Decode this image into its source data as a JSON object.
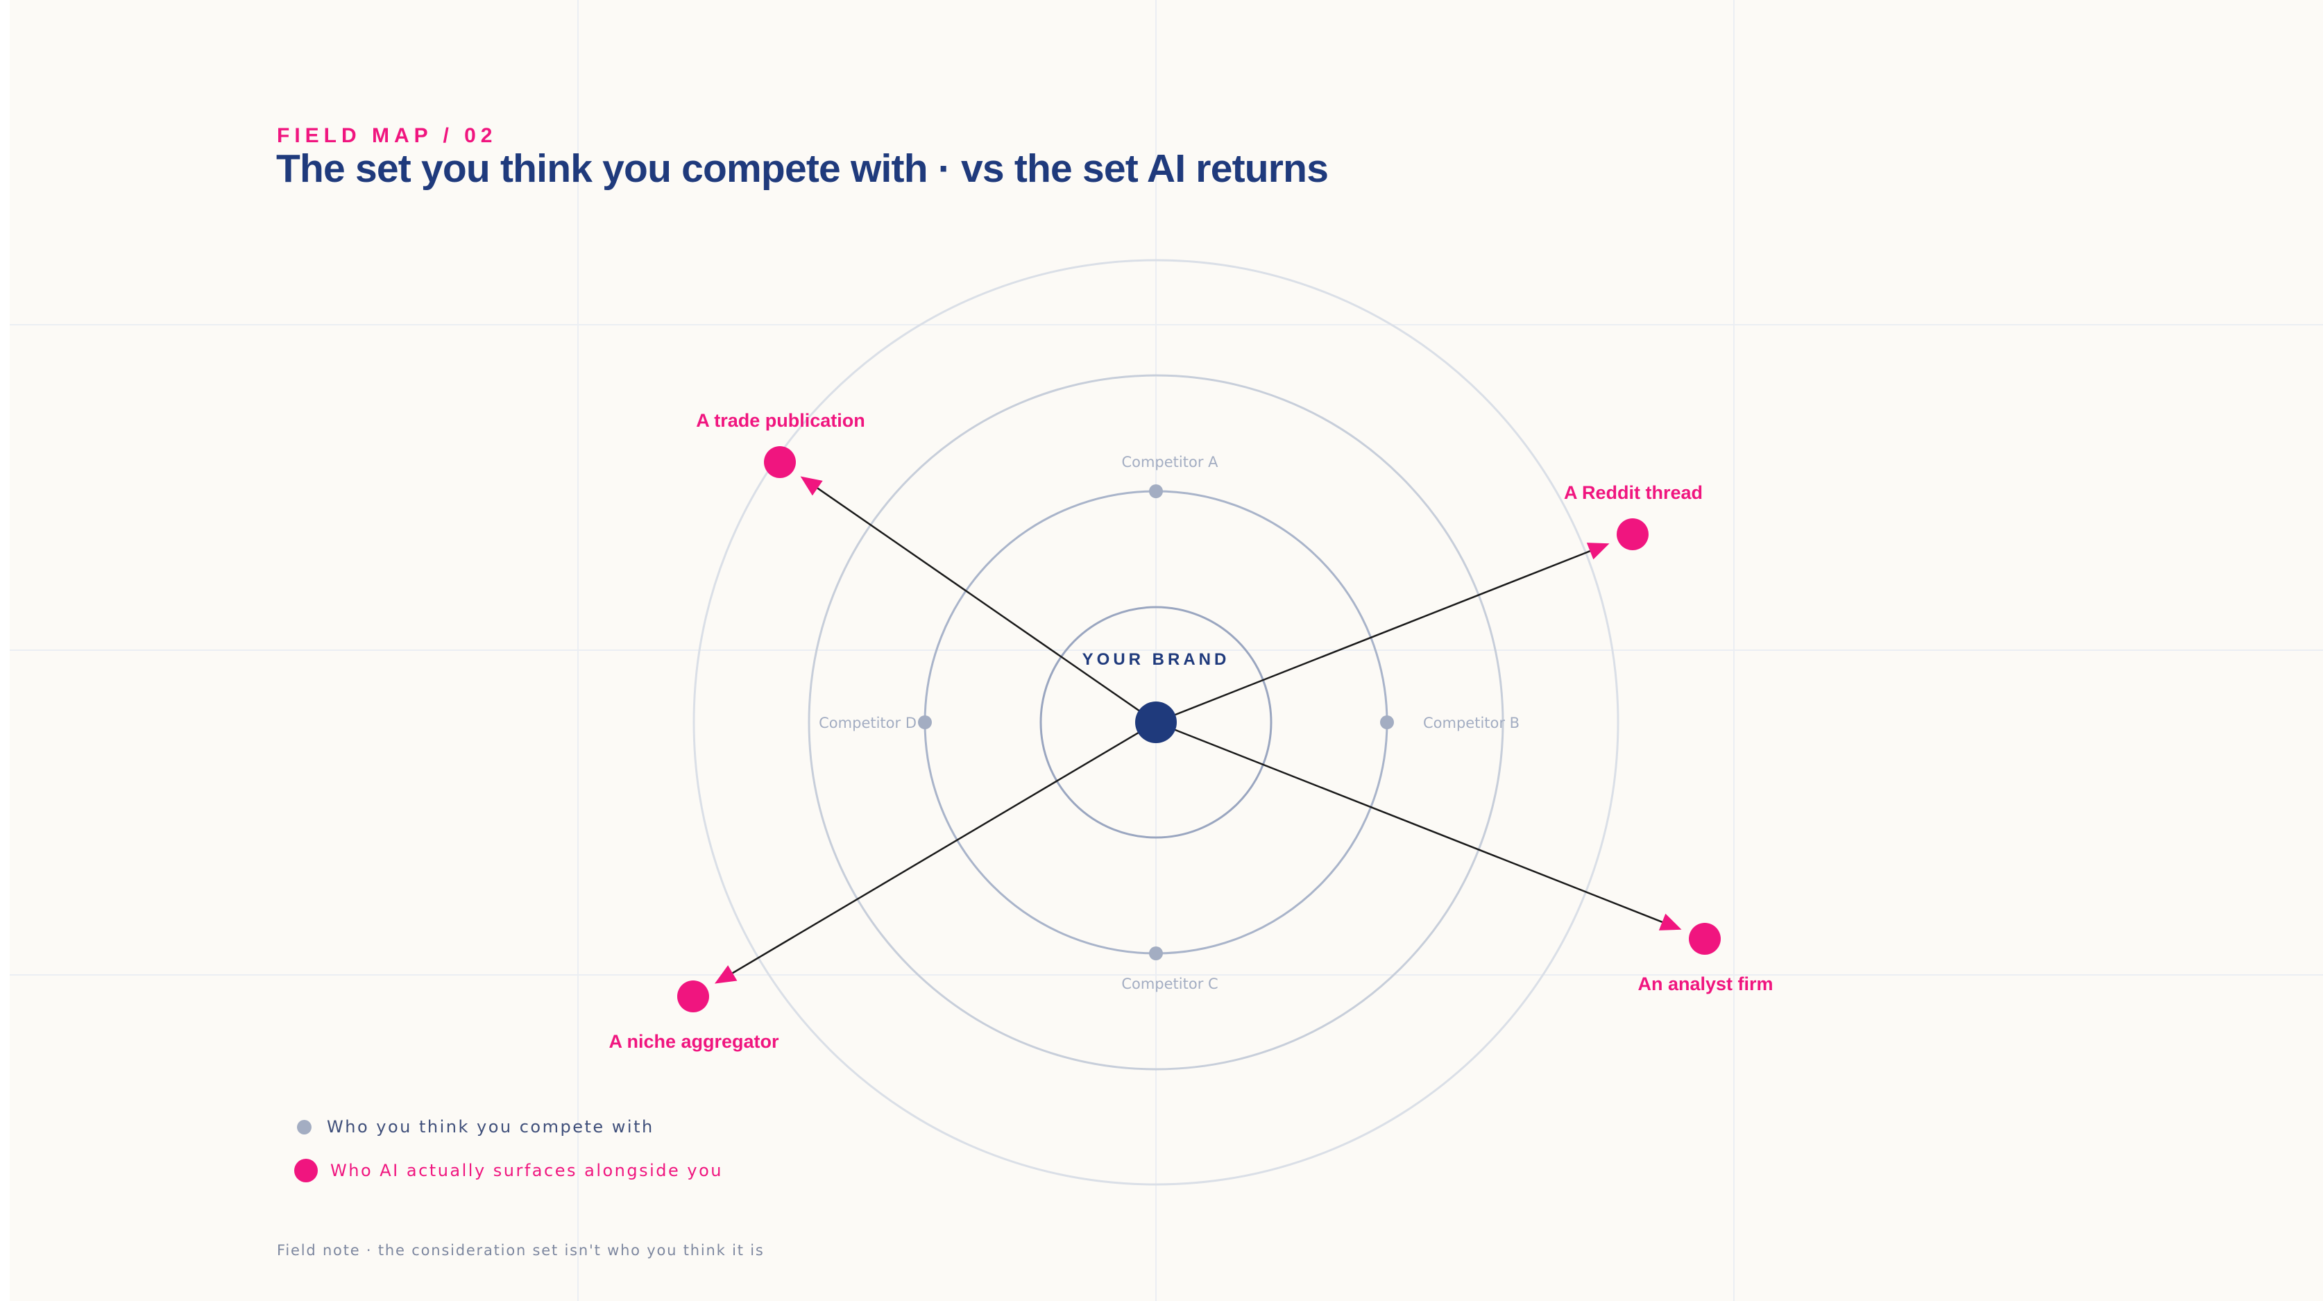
{
  "header": {
    "kicker": "FIELD MAP / 02",
    "title": "The set you think you compete with · vs the set AI returns"
  },
  "diagram": {
    "center_label": "YOUR BRAND",
    "competitors": [
      {
        "id": "a",
        "label": "Competitor A",
        "position": "top"
      },
      {
        "id": "b",
        "label": "Competitor B",
        "position": "right"
      },
      {
        "id": "c",
        "label": "Competitor C",
        "position": "bottom"
      },
      {
        "id": "d",
        "label": "Competitor D",
        "position": "left"
      }
    ],
    "ai_surfaced": [
      {
        "id": "trade",
        "label": "A trade publication"
      },
      {
        "id": "reddit",
        "label": "A Reddit thread"
      },
      {
        "id": "analyst",
        "label": "An analyst firm"
      },
      {
        "id": "aggregator",
        "label": "A niche aggregator"
      }
    ]
  },
  "legend": {
    "assumed": "Who you think you compete with",
    "actual": "Who AI actually surfaces alongside you"
  },
  "footnote": "Field note · the consideration set isn't who you think it is",
  "colors": {
    "background": "#fcfaf6",
    "navy": "#1f3a7c",
    "magenta": "#f0157f",
    "muted": "#a3adc2",
    "arrow": "#1a1a1a"
  }
}
